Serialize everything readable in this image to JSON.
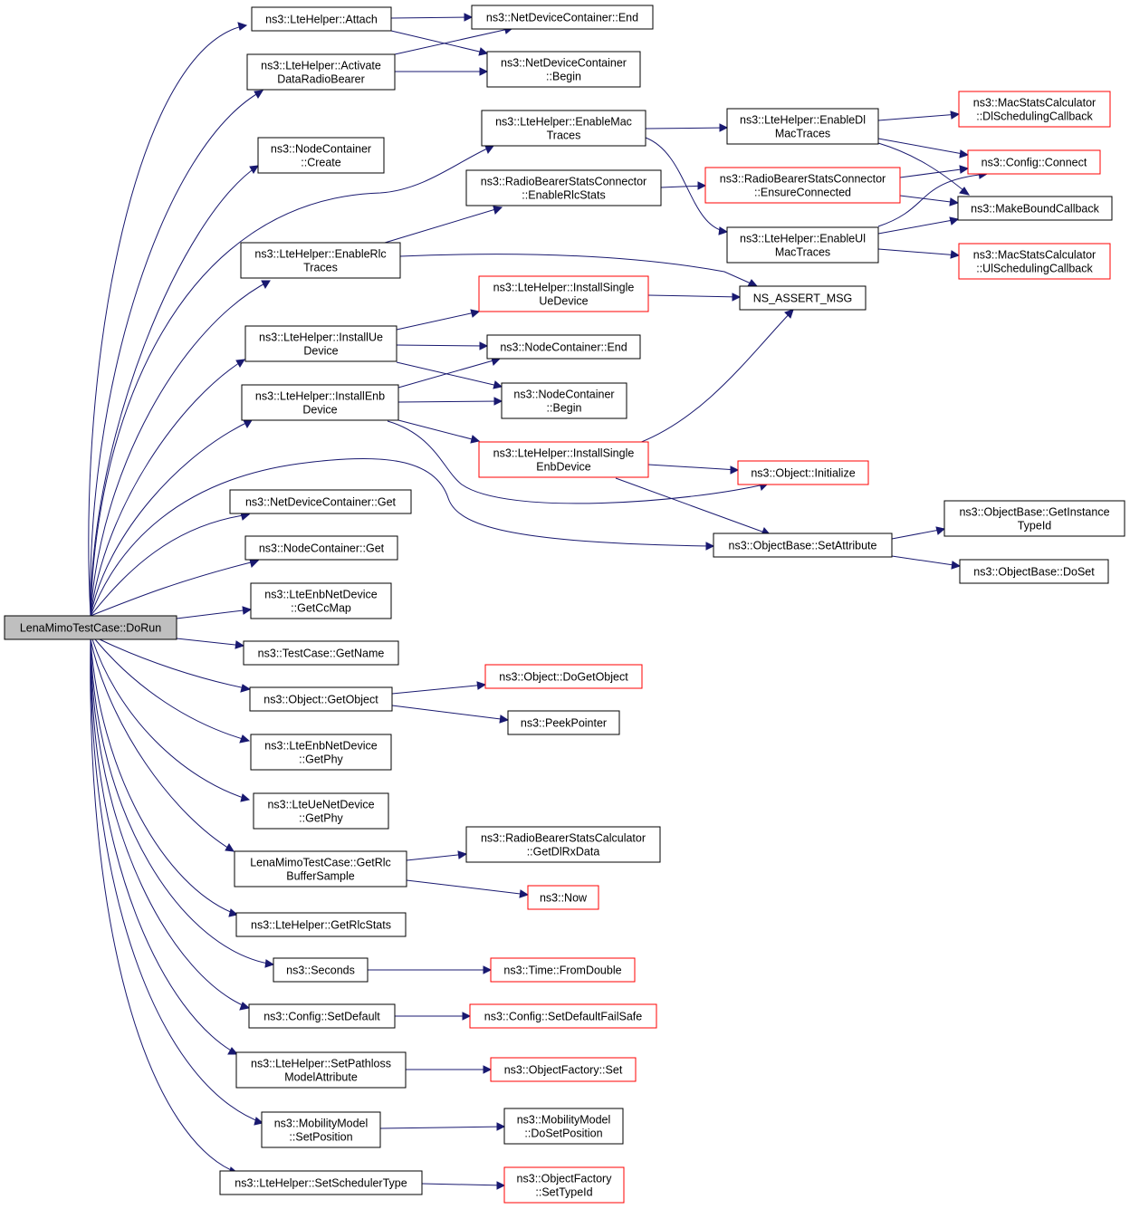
{
  "colors": {
    "edge": "#191970",
    "node_border": "#000000",
    "node_border_truncated": "#ff0000",
    "root_fill": "#bfbfbf"
  },
  "nodes": {
    "root": {
      "lines": [
        "LenaMimoTestCase::DoRun"
      ]
    },
    "attach": {
      "lines": [
        "ns3::LteHelper::Attach"
      ]
    },
    "activate": {
      "lines": [
        "ns3::LteHelper::Activate",
        "DataRadioBearer"
      ]
    },
    "ndc_end": {
      "lines": [
        "ns3::NetDeviceContainer::End"
      ]
    },
    "ndc_begin": {
      "lines": [
        "ns3::NetDeviceContainer",
        "::Begin"
      ]
    },
    "nc_create": {
      "lines": [
        "ns3::NodeContainer",
        "::Create"
      ]
    },
    "enable_mac": {
      "lines": [
        "ns3::LteHelper::EnableMac",
        "Traces"
      ]
    },
    "enable_dl_mac": {
      "lines": [
        "ns3::LteHelper::EnableDl",
        "MacTraces"
      ]
    },
    "dl_sched": {
      "lines": [
        "ns3::MacStatsCalculator",
        "::DlSchedulingCallback"
      ]
    },
    "config_connect": {
      "lines": [
        "ns3::Config::Connect"
      ]
    },
    "rbsc_enable": {
      "lines": [
        "ns3::RadioBearerStatsConnector",
        "::EnableRlcStats"
      ]
    },
    "rbsc_ensure": {
      "lines": [
        "ns3::RadioBearerStatsConnector",
        "::EnsureConnected"
      ]
    },
    "make_bound": {
      "lines": [
        "ns3::MakeBoundCallback"
      ]
    },
    "enable_rlc": {
      "lines": [
        "ns3::LteHelper::EnableRlc",
        "Traces"
      ]
    },
    "enable_ul_mac": {
      "lines": [
        "ns3::LteHelper::EnableUl",
        "MacTraces"
      ]
    },
    "ul_sched": {
      "lines": [
        "ns3::MacStatsCalculator",
        "::UlSchedulingCallback"
      ]
    },
    "install_single_ue": {
      "lines": [
        "ns3::LteHelper::InstallSingle",
        "UeDevice"
      ]
    },
    "ns_assert": {
      "lines": [
        "NS_ASSERT_MSG"
      ]
    },
    "install_ue": {
      "lines": [
        "ns3::LteHelper::InstallUe",
        "Device"
      ]
    },
    "nc_end": {
      "lines": [
        "ns3::NodeContainer::End"
      ]
    },
    "install_enb": {
      "lines": [
        "ns3::LteHelper::InstallEnb",
        "Device"
      ]
    },
    "nc_begin": {
      "lines": [
        "ns3::NodeContainer",
        "::Begin"
      ]
    },
    "install_single_enb": {
      "lines": [
        "ns3::LteHelper::InstallSingle",
        "EnbDevice"
      ]
    },
    "obj_init": {
      "lines": [
        "ns3::Object::Initialize"
      ]
    },
    "ndc_get": {
      "lines": [
        "ns3::NetDeviceContainer::Get"
      ]
    },
    "set_attr": {
      "lines": [
        "ns3::ObjectBase::SetAttribute"
      ]
    },
    "get_instance_tid": {
      "lines": [
        "ns3::ObjectBase::GetInstance",
        "TypeId"
      ]
    },
    "nc_get": {
      "lines": [
        "ns3::NodeContainer::Get"
      ]
    },
    "do_set": {
      "lines": [
        "ns3::ObjectBase::DoSet"
      ]
    },
    "get_cc_map": {
      "lines": [
        "ns3::LteEnbNetDevice",
        "::GetCcMap"
      ]
    },
    "get_name": {
      "lines": [
        "ns3::TestCase::GetName"
      ]
    },
    "get_object": {
      "lines": [
        "ns3::Object::GetObject"
      ]
    },
    "do_get_object": {
      "lines": [
        "ns3::Object::DoGetObject"
      ]
    },
    "peek_pointer": {
      "lines": [
        "ns3::PeekPointer"
      ]
    },
    "enb_get_phy": {
      "lines": [
        "ns3::LteEnbNetDevice",
        "::GetPhy"
      ]
    },
    "ue_get_phy": {
      "lines": [
        "ns3::LteUeNetDevice",
        "::GetPhy"
      ]
    },
    "get_rlc_buffer": {
      "lines": [
        "LenaMimoTestCase::GetRlc",
        "BufferSample"
      ]
    },
    "get_dl_rx": {
      "lines": [
        "ns3::RadioBearerStatsCalculator",
        "::GetDlRxData"
      ]
    },
    "now": {
      "lines": [
        "ns3::Now"
      ]
    },
    "get_rlc_stats": {
      "lines": [
        "ns3::LteHelper::GetRlcStats"
      ]
    },
    "seconds": {
      "lines": [
        "ns3::Seconds"
      ]
    },
    "from_double": {
      "lines": [
        "ns3::Time::FromDouble"
      ]
    },
    "set_default": {
      "lines": [
        "ns3::Config::SetDefault"
      ]
    },
    "set_default_fs": {
      "lines": [
        "ns3::Config::SetDefaultFailSafe"
      ]
    },
    "set_pathloss": {
      "lines": [
        "ns3::LteHelper::SetPathloss",
        "ModelAttribute"
      ]
    },
    "of_set": {
      "lines": [
        "ns3::ObjectFactory::Set"
      ]
    },
    "set_position": {
      "lines": [
        "ns3::MobilityModel",
        "::SetPosition"
      ]
    },
    "do_set_position": {
      "lines": [
        "ns3::MobilityModel",
        "::DoSetPosition"
      ]
    },
    "set_scheduler": {
      "lines": [
        "ns3::LteHelper::SetSchedulerType"
      ]
    },
    "of_set_tid": {
      "lines": [
        "ns3::ObjectFactory",
        "::SetTypeId"
      ]
    }
  }
}
